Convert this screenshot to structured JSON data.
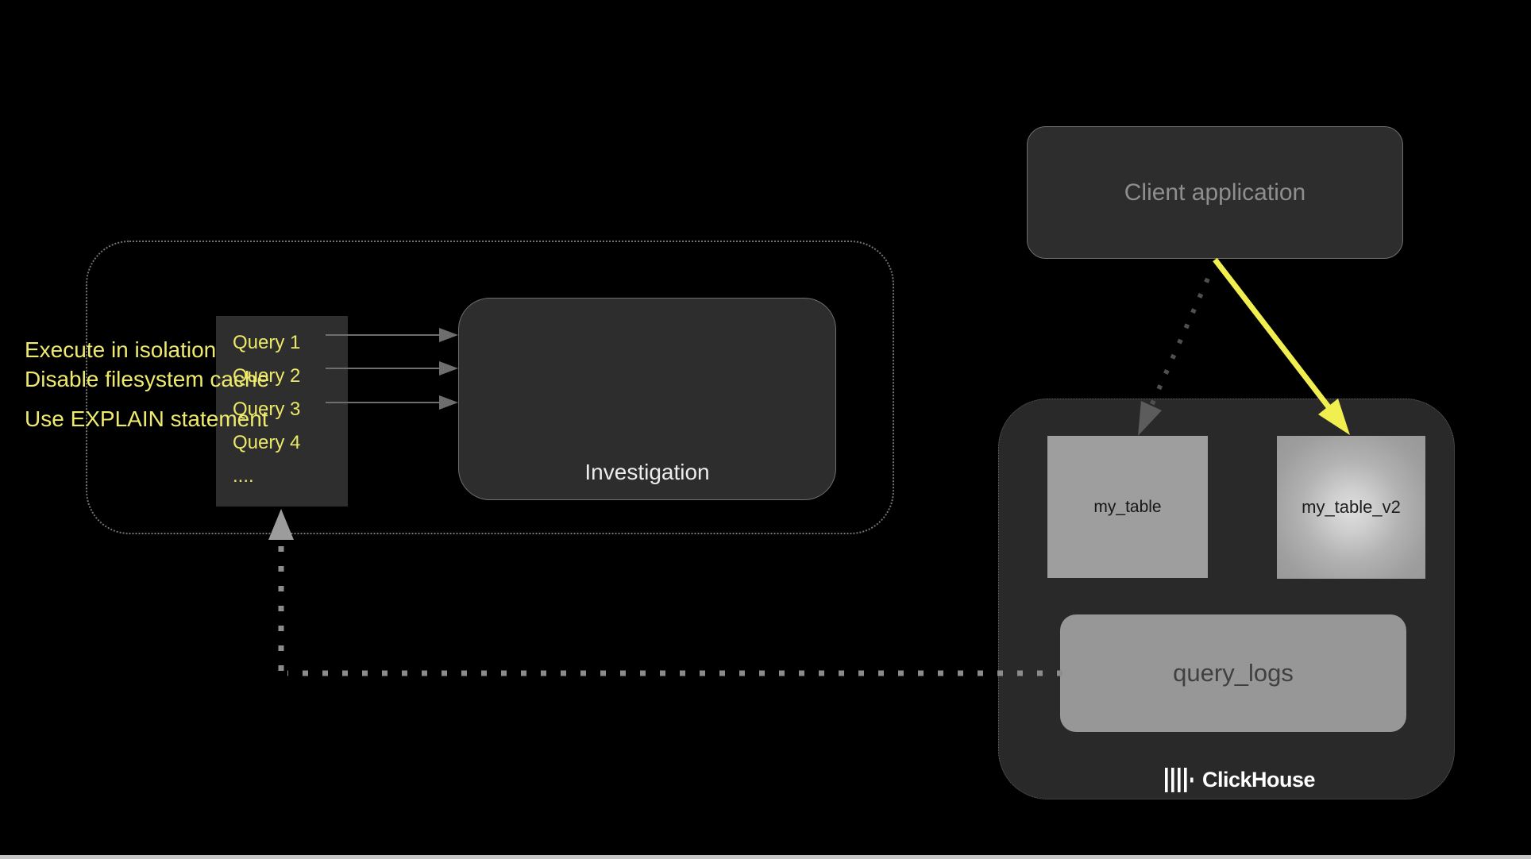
{
  "diagram": {
    "queries": {
      "items": [
        "Query 1",
        "Query 2",
        "Query 3",
        "Query 4",
        "...."
      ]
    },
    "investigation": {
      "steps": [
        "Execute in isolation",
        "Disable filesystem cache",
        "Use EXPLAIN statement"
      ],
      "label": "Investigation"
    },
    "client": {
      "label": "Client application"
    },
    "clickhouse": {
      "table_a": "my_table",
      "table_b": "my_table_v2",
      "logs_table": "query_logs",
      "brand": "ClickHouse"
    }
  },
  "colors": {
    "background": "#000000",
    "panel_fill": "#2d2d2d",
    "panel_border": "#6f6f6f",
    "yellow_text": "#eeea6e",
    "yellow_arrow": "#f1ee4f",
    "gray_arrow": "#6e6e6e",
    "dark_dotted_arrow": "#4f4f4f",
    "feedback_dotted_arrow": "#8c8c8c",
    "table_fill": "#9e9e9e",
    "table_v2_highlight": "#dedede",
    "logs_fill": "#979797",
    "brand_text": "#ffffff"
  }
}
